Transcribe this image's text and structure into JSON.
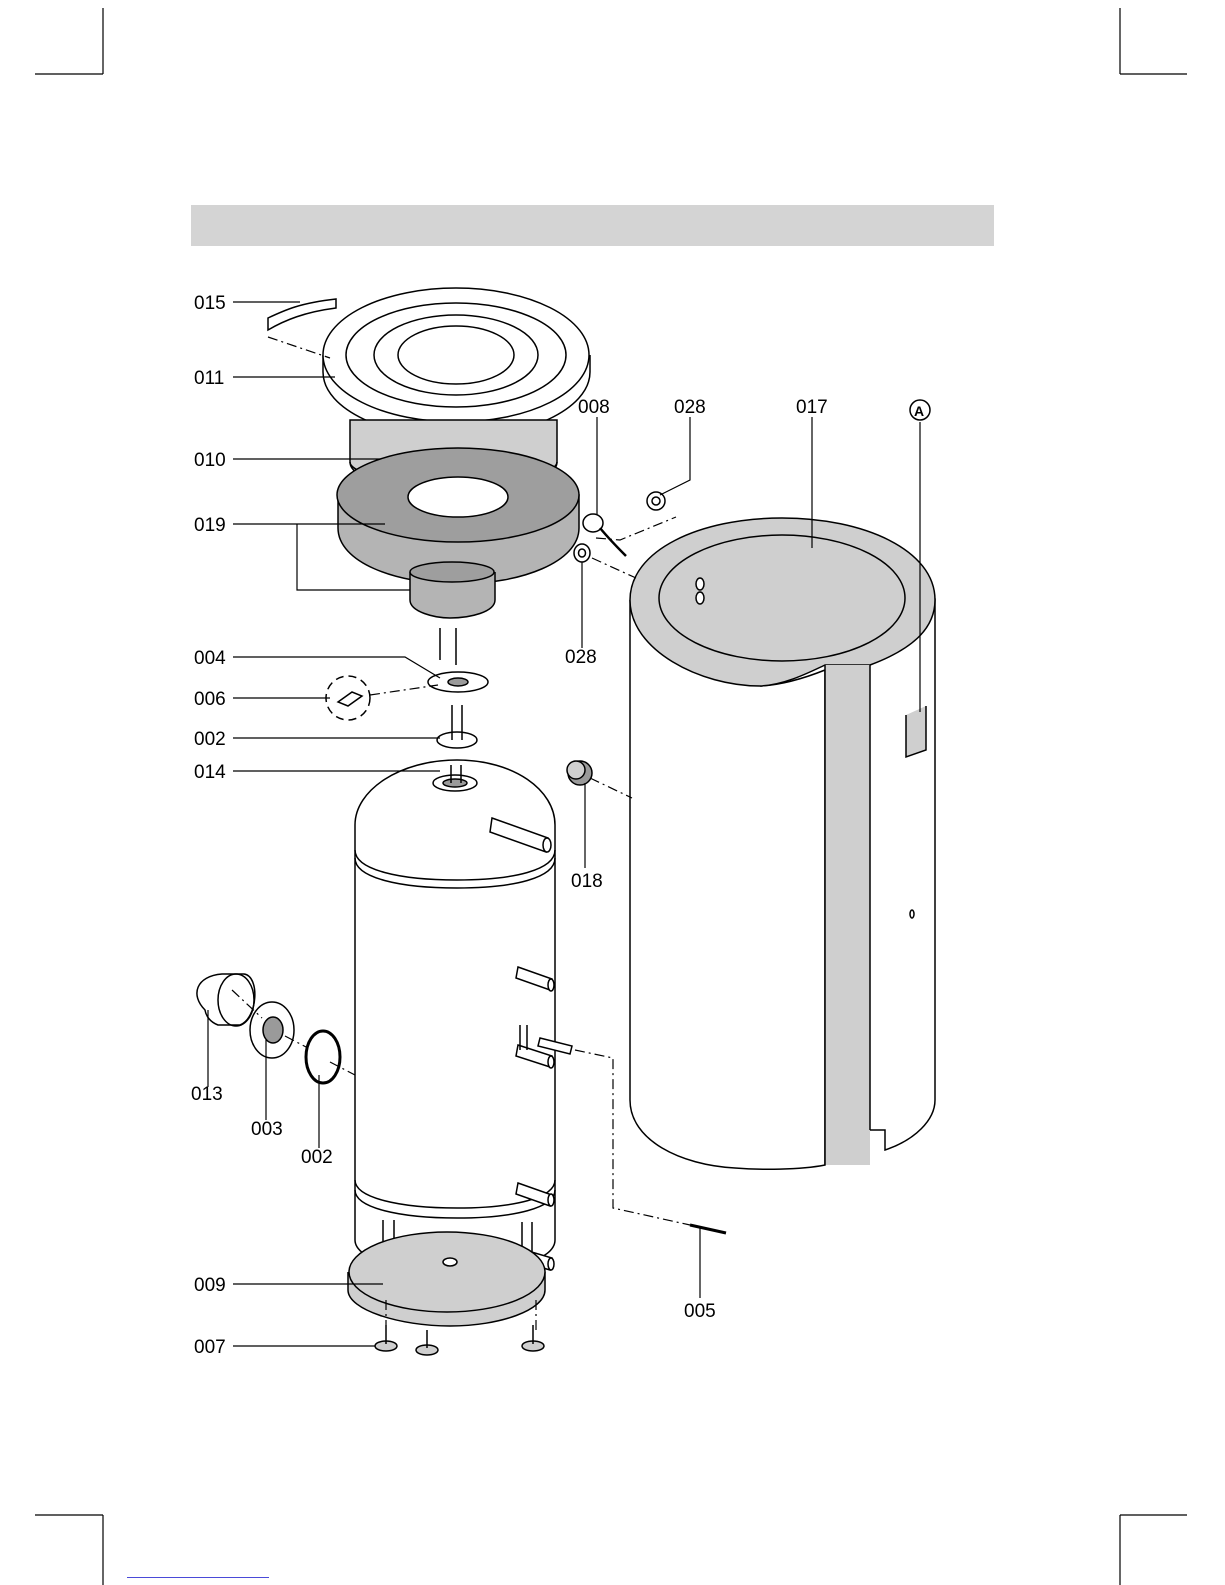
{
  "colors": {
    "line": "#000000",
    "insulation_grey": "#cfcfcf",
    "dark_grey": "#9a9a9a",
    "header_bar": "#d4d4d4",
    "link_blue": "#4a4ad8"
  },
  "callouts": {
    "c015": "015",
    "c011": "011",
    "c010": "010",
    "c019": "019",
    "c004": "004",
    "c006": "006",
    "c002_top": "002",
    "c014": "014",
    "c013": "013",
    "c003": "003",
    "c002_side": "002",
    "c009": "009",
    "c007": "007",
    "c008": "008",
    "c028_top": "028",
    "c017": "017",
    "c028_bottom": "028",
    "c018": "018",
    "c005": "005",
    "marker_a": "A"
  }
}
